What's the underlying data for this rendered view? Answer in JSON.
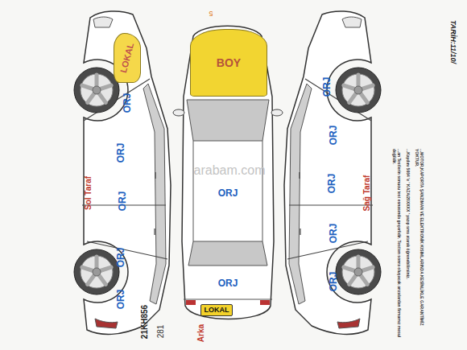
{
  "diagram": {
    "nodes": [
      {
        "text": [
          "LOKAL"
        ]
      },
      {
        "text": [
          "BOY"
        ]
      },
      {
        "text": [
          "LOKAL"
        ]
      }
    ],
    "labels": [
      "TARİH:11/10/",
      "5",
      "ORJ",
      "ORJ",
      "ORJ",
      "ORJ",
      "ORJ",
      "Sol Taraf",
      "ORJ",
      "ORJ",
      "arabam.com",
      "ORJ",
      "ORJ",
      "ORJ",
      "ORJ",
      "ORJ",
      "Sağ Taraf",
      "21KH856",
      "281",
      "Arka",
      "...an Testlerin sonucu test esnasında geçerlidir. Testten sonra oluşacak arızalardan firmamız mesul değildir.",
      "...Kaydını 5664 'e ' KAZA/20XXXX ' yazıp sms atarak öğrenebilirsiniz.",
      "...MOTOR,KAPORTA ŞANZIMAN VE ELEKTRONİK KISIMLARINDA KESİNLİKLE GARANTİMİZ YOKTUR."
    ]
  }
}
